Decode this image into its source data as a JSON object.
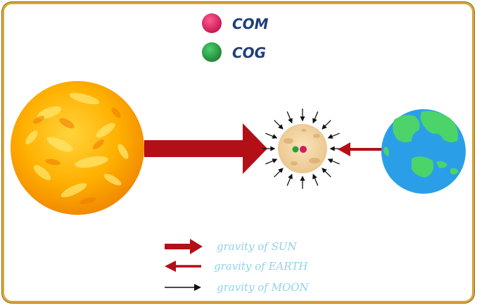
{
  "key": {
    "com": {
      "label": "COM",
      "color": "#d81b60"
    },
    "cog": {
      "label": "COG",
      "color": "#2e9e44"
    }
  },
  "bodies": {
    "sun": {
      "name": "sun"
    },
    "moon": {
      "name": "moon"
    },
    "earth": {
      "name": "earth"
    }
  },
  "legend": {
    "sun": {
      "label": "gravity of SUN",
      "color": "#b30f17"
    },
    "earth": {
      "label": "gravity of EARTH",
      "color": "#b30f17"
    },
    "moon": {
      "label": "gravity of MOON",
      "color": "#111111"
    }
  }
}
